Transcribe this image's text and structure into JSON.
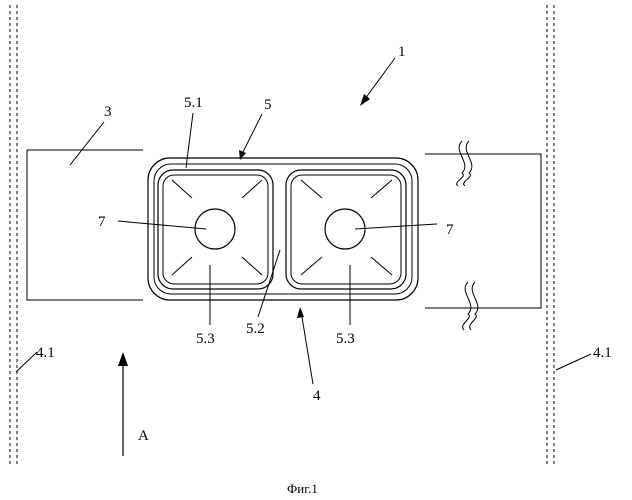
{
  "figure": {
    "caption": "Фиг.1",
    "labels": {
      "l1": "1",
      "l3": "3",
      "l4": "4",
      "l4_1_left": "4.1",
      "l4_1_right": "4.1",
      "l5": "5",
      "l5_1": "5.1",
      "l5_2": "5.2",
      "l5_3_left": "5.3",
      "l5_3_right": "5.3",
      "l7_left": "7",
      "l7_right": "7",
      "lA": "A"
    }
  }
}
